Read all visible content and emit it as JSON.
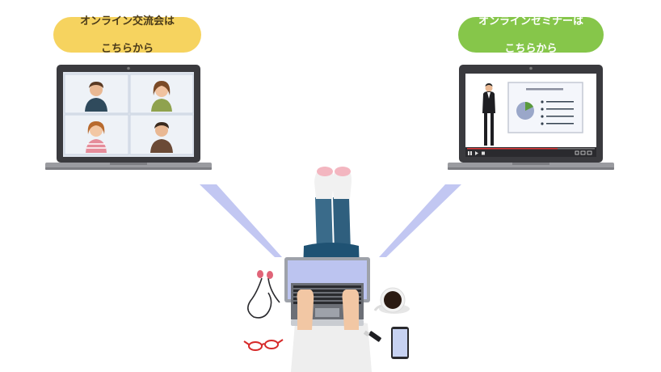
{
  "buttons": {
    "networking": {
      "line1": "オンライン交流会は",
      "line2": "こちらから"
    },
    "seminar": {
      "line1": "オンラインセミナーは",
      "line2": "こちらから"
    }
  },
  "colors": {
    "networking_bubble": "#f6d35f",
    "seminar_bubble": "#86c64a",
    "laptop_body": "#3a3a3e",
    "laptop_base": "#9a9ba0",
    "beam": "#b7bdf0",
    "progress_bar": "#e03a3a"
  },
  "icons": {
    "video_call": "video-conference-grid-icon",
    "seminar": "presenter-slide-icon"
  }
}
